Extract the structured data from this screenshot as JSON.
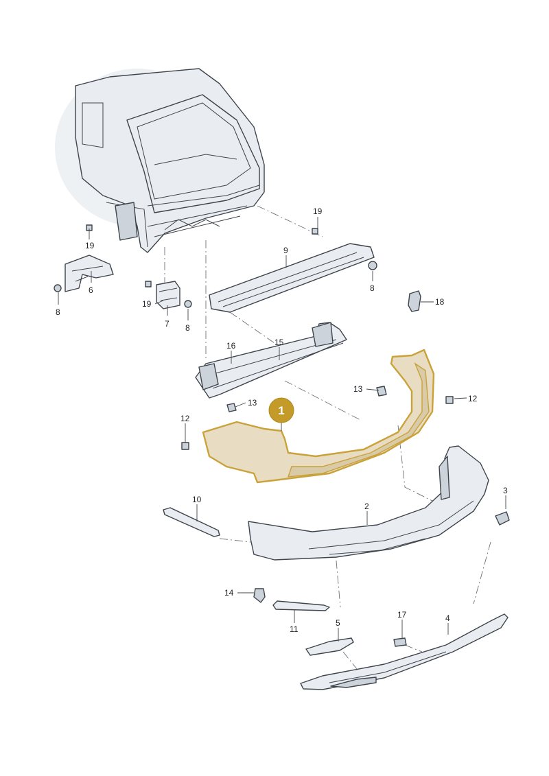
{
  "diagram": {
    "highlighted_callout": "1",
    "colors": {
      "highlight_fill": "#e8dcc2",
      "highlight_stroke": "#c9a23a",
      "badge": "#c49a28",
      "line": "#3d444b"
    },
    "callouts": {
      "c1": "1",
      "c2": "2",
      "c3": "3",
      "c4": "4",
      "c5": "5",
      "c6": "6",
      "c7": "7",
      "c8a": "8",
      "c8b": "8",
      "c8c": "8",
      "c9": "9",
      "c10": "10",
      "c11": "11",
      "c12a": "12",
      "c12b": "12",
      "c13a": "13",
      "c13b": "13",
      "c14": "14",
      "c15": "15",
      "c16": "16",
      "c17": "17",
      "c18": "18",
      "c19a": "19",
      "c19b": "19",
      "c19c": "19"
    }
  }
}
